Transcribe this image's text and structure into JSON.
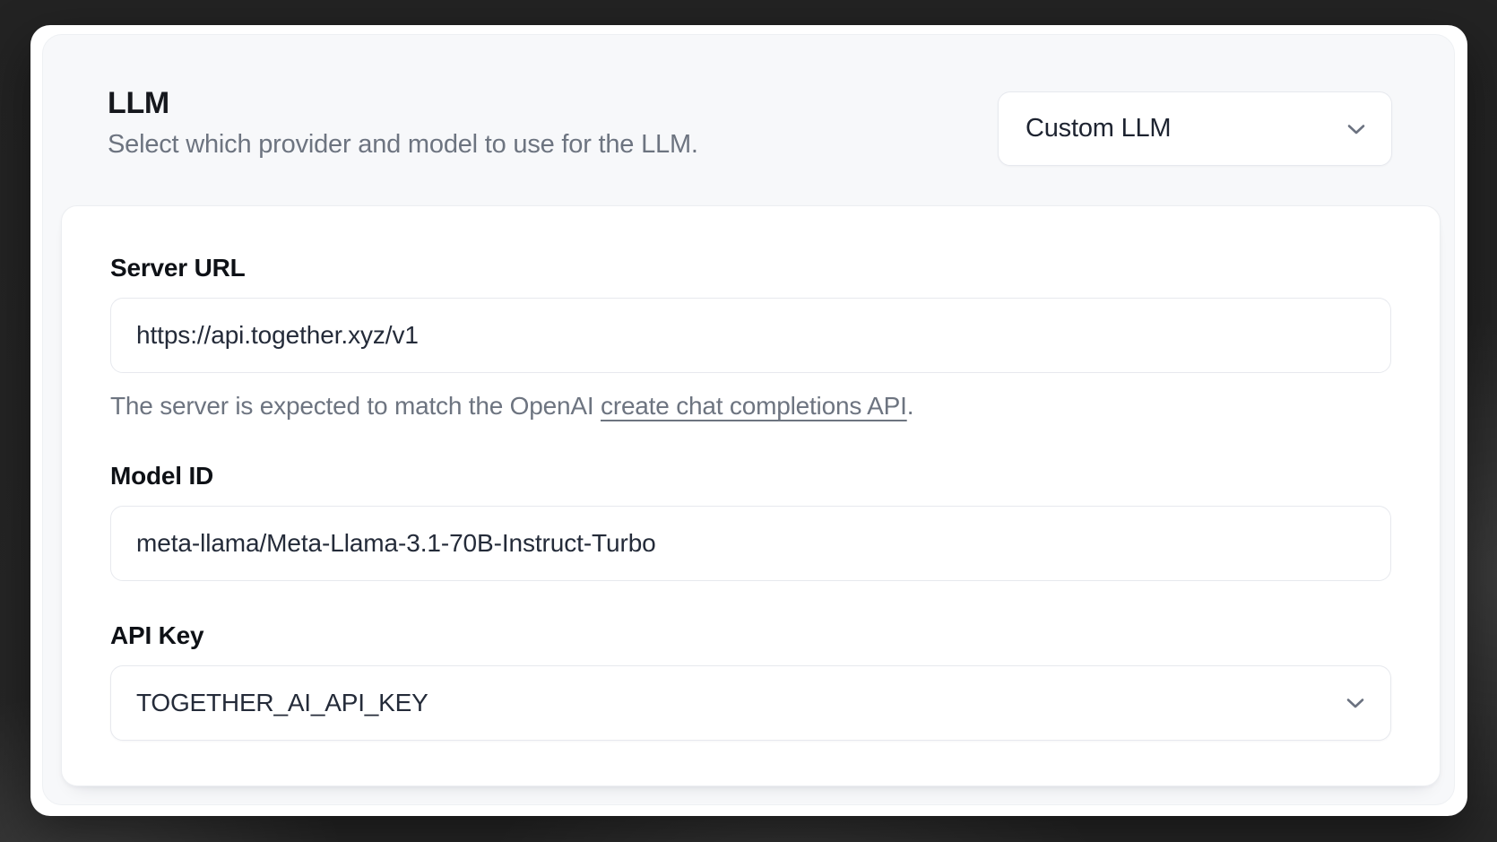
{
  "colors": {
    "bg-dark": "#252525",
    "card-white": "#ffffff",
    "section-gray": "#f7f8fa",
    "input-border": "#e7e9ee",
    "text-dark": "#16181d",
    "text-value": "#242b39",
    "text-gray": "#6d7480",
    "icon-gray": "#6b7280"
  },
  "llm_section": {
    "title": "LLM",
    "description": "Select which provider and model to use for the LLM.",
    "provider_select": {
      "value": "Custom LLM",
      "icon": "chevron-down-icon"
    },
    "custom_llm_panel": {
      "server_url": {
        "label": "Server URL",
        "value": "https://api.together.xyz/v1",
        "helper": {
          "prefix": "The server is expected to match the OpenAI ",
          "link": "create chat completions API",
          "suffix": "."
        }
      },
      "model_id": {
        "label": "Model ID",
        "value": "meta-llama/Meta-Llama-3.1-70B-Instruct-Turbo"
      },
      "api_key": {
        "label": "API Key",
        "value": "TOGETHER_AI_API_KEY",
        "icon": "chevron-down-icon"
      }
    }
  }
}
